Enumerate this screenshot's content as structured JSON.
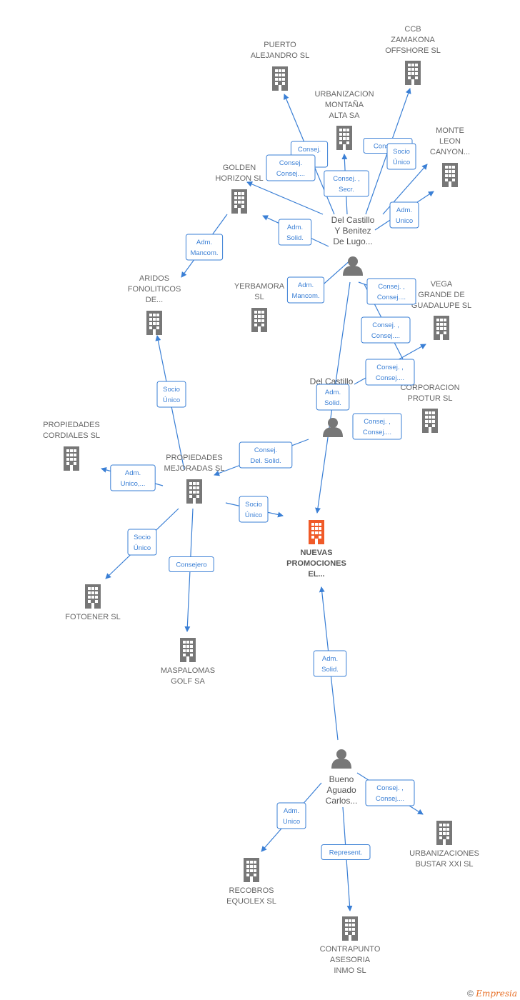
{
  "colors": {
    "edge": "#3a7fd5",
    "building": "#777777",
    "building_center": "#f05a28",
    "person": "#777777"
  },
  "nodes": [
    {
      "id": "puerto",
      "type": "company",
      "icon": "building-icon",
      "lines": [
        "PUERTO",
        "ALEJANDRO SL"
      ]
    },
    {
      "id": "ccb",
      "type": "company",
      "icon": "building-icon",
      "lines": [
        "CCB",
        "ZAMAKONA",
        "OFFSHORE  SL"
      ]
    },
    {
      "id": "urbanizacion",
      "type": "company",
      "icon": "building-icon",
      "lines": [
        "URBANIZACION",
        "MONTAÑA",
        "ALTA SA"
      ]
    },
    {
      "id": "monteleon",
      "type": "company",
      "icon": "building-icon",
      "lines": [
        "MONTE",
        "LEON",
        "CANYON..."
      ]
    },
    {
      "id": "golden",
      "type": "company",
      "icon": "building-icon",
      "lines": [
        "GOLDEN",
        "HORIZON SL"
      ]
    },
    {
      "id": "delcastillo1",
      "type": "person",
      "icon": "person-icon",
      "lines": [
        "Del Castillo",
        "Y Benitez",
        "De Lugo..."
      ]
    },
    {
      "id": "aridos",
      "type": "company",
      "icon": "building-icon",
      "lines": [
        "ARIDOS",
        "FONOLITICOS",
        "DE..."
      ]
    },
    {
      "id": "yerbamora",
      "type": "company",
      "icon": "building-icon",
      "lines": [
        "YERBAMORA",
        "SL"
      ]
    },
    {
      "id": "vegagrande",
      "type": "company",
      "icon": "building-icon",
      "lines": [
        "VEGA",
        "GRANDE DE",
        "GUADALUPE SL"
      ]
    },
    {
      "id": "corporacion",
      "type": "company",
      "icon": "building-icon",
      "lines": [
        "CORPORACION",
        "PROTUR SL"
      ]
    },
    {
      "id": "delcastillo2",
      "type": "person",
      "icon": "person-icon",
      "lines": [
        "Del Castillo",
        "Y...",
        "De..."
      ]
    },
    {
      "id": "propcordiales",
      "type": "company",
      "icon": "building-icon",
      "lines": [
        "PROPIEDADES",
        "CORDIALES  SL"
      ]
    },
    {
      "id": "propmejoradas",
      "type": "company",
      "icon": "building-icon",
      "lines": [
        "PROPIEDADES",
        "MEJORADAS SL"
      ]
    },
    {
      "id": "nuevas",
      "type": "company",
      "icon": "building-icon",
      "center": true,
      "lines": [
        "NUEVAS",
        "PROMOCIONES",
        "EL..."
      ]
    },
    {
      "id": "fotoener",
      "type": "company",
      "icon": "building-icon",
      "lines": [
        "FOTOENER  SL"
      ]
    },
    {
      "id": "maspalomas",
      "type": "company",
      "icon": "building-icon",
      "lines": [
        "MASPALOMAS",
        "GOLF SA"
      ]
    },
    {
      "id": "bueno",
      "type": "person",
      "icon": "person-icon",
      "lines": [
        "Bueno",
        "Aguado",
        "Carlos..."
      ]
    },
    {
      "id": "urbanizaciones",
      "type": "company",
      "icon": "building-icon",
      "lines": [
        "URBANIZACIONES",
        "BUSTAR XXI SL"
      ]
    },
    {
      "id": "recobros",
      "type": "company",
      "icon": "building-icon",
      "lines": [
        "RECOBROS",
        "EQUOLEX SL"
      ]
    },
    {
      "id": "contrapunto",
      "type": "company",
      "icon": "building-icon",
      "lines": [
        "CONTRAPUNTO",
        "ASESORIA",
        "INMO SL"
      ]
    }
  ],
  "edges": [
    {
      "from": "delcastillo1",
      "to": "puerto",
      "label": [
        "Consej.",
        "Del."
      ]
    },
    {
      "from": "delcastillo1",
      "to": "urbanizacion",
      "label": [
        "Consej. ,",
        "Secr."
      ]
    },
    {
      "from": "delcastillo1",
      "to": "ccb",
      "label": [
        "Consej...."
      ]
    },
    {
      "from": "delcastillo1",
      "to": "monteleon",
      "label": [
        "Socio",
        "Único"
      ]
    },
    {
      "from": "delcastillo1",
      "to": "monteleon",
      "label": [
        "Adm.",
        "Unico"
      ]
    },
    {
      "from": "delcastillo1",
      "to": "golden",
      "label": [
        "Adm.",
        "Solid."
      ]
    },
    {
      "from": "delcastillo1",
      "to": "golden",
      "label": [
        "Consej.",
        "Consej...."
      ]
    },
    {
      "from": "golden",
      "to": "aridos",
      "label": [
        "Adm.",
        "Mancom."
      ]
    },
    {
      "from": "delcastillo1",
      "to": "yerbamora",
      "label": [
        "Adm.",
        "Mancom."
      ]
    },
    {
      "from": "delcastillo1",
      "to": "vegagrande",
      "label": [
        "Consej. ,",
        "Consej...."
      ]
    },
    {
      "from": "delcastillo1",
      "to": "corporacion",
      "label": [
        "Consej. ,",
        "Consej...."
      ]
    },
    {
      "from": "delcastillo1",
      "to": "nuevas",
      "label": [
        "Adm.",
        "Solid."
      ]
    },
    {
      "from": "delcastillo2",
      "to": "vegagrande",
      "label": [
        "Consej. ,",
        "Consej...."
      ]
    },
    {
      "from": "delcastillo2",
      "to": "corporacion",
      "label": [
        "Consej. ,",
        "Consej...."
      ]
    },
    {
      "from": "delcastillo2",
      "to": "propmejoradas",
      "label": [
        "Consej.",
        "Del. Solid."
      ]
    },
    {
      "from": "propmejoradas",
      "to": "aridos",
      "label": [
        "Socio",
        "Único"
      ]
    },
    {
      "from": "propmejoradas",
      "to": "propcordiales",
      "label": [
        "Adm.",
        "Unico,..."
      ]
    },
    {
      "from": "propmejoradas",
      "to": "nuevas",
      "label": [
        "Socio",
        "Único"
      ]
    },
    {
      "from": "propmejoradas",
      "to": "fotoener",
      "label": [
        "Socio",
        "Único"
      ]
    },
    {
      "from": "propmejoradas",
      "to": "maspalomas",
      "label": [
        "Consejero"
      ]
    },
    {
      "from": "bueno",
      "to": "nuevas",
      "label": [
        "Adm.",
        "Solid."
      ]
    },
    {
      "from": "bueno",
      "to": "urbanizaciones",
      "label": [
        "Consej. ,",
        "Consej...."
      ]
    },
    {
      "from": "bueno",
      "to": "recobros",
      "label": [
        "Adm.",
        "Unico"
      ]
    },
    {
      "from": "bueno",
      "to": "contrapunto",
      "label": [
        "Represent."
      ]
    }
  ],
  "footer": {
    "copyright": "©",
    "brand": "Empresia"
  }
}
